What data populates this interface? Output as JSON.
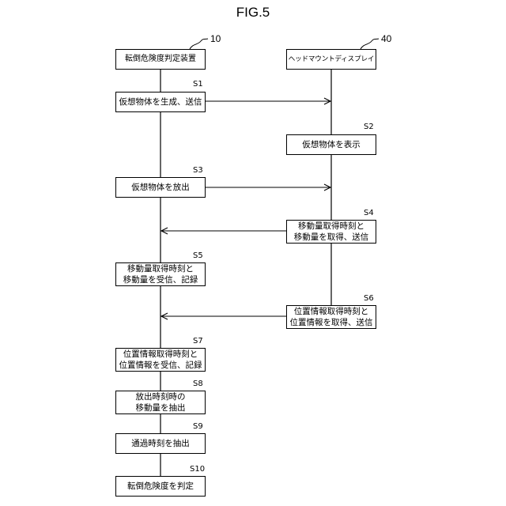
{
  "figure_title": "FIG.5",
  "left_ref": "10",
  "right_ref": "40",
  "left_entity": "転倒危険度判定装置",
  "right_entity": "ヘッドマウントディスプレイ",
  "steps": {
    "s1": {
      "label": "S1",
      "lines": [
        "仮想物体を生成、送信"
      ]
    },
    "s2": {
      "label": "S2",
      "lines": [
        "仮想物体を表示"
      ]
    },
    "s3": {
      "label": "S3",
      "lines": [
        "仮想物体を放出"
      ]
    },
    "s4": {
      "label": "S4",
      "lines": [
        "移動量取得時刻と",
        "移動量を取得、送信"
      ]
    },
    "s5": {
      "label": "S5",
      "lines": [
        "移動量取得時刻と",
        "移動量を受信、記録"
      ]
    },
    "s6": {
      "label": "S6",
      "lines": [
        "位置情報取得時刻と",
        "位置情報を取得、送信"
      ]
    },
    "s7": {
      "label": "S7",
      "lines": [
        "位置情報取得時刻と",
        "位置情報を受信、記録"
      ]
    },
    "s8": {
      "label": "S8",
      "lines": [
        "放出時刻時の",
        "移動量を抽出"
      ]
    },
    "s9": {
      "label": "S9",
      "lines": [
        "通過時刻を抽出"
      ]
    },
    "s10": {
      "label": "S10",
      "lines": [
        "転倒危険度を判定"
      ]
    }
  }
}
